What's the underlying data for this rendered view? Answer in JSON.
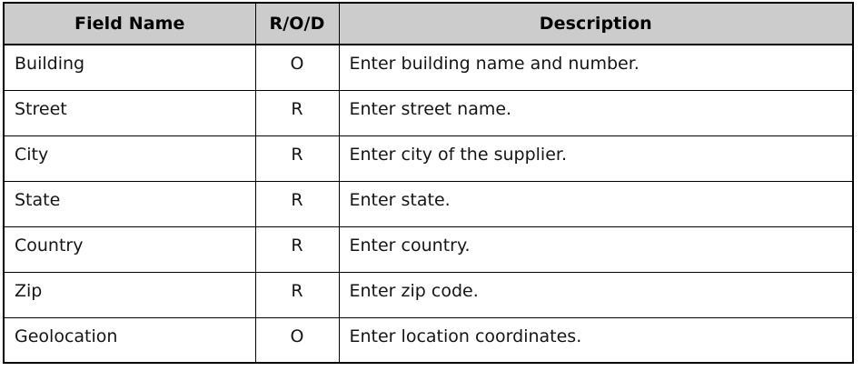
{
  "table": {
    "columns": [
      {
        "key": "field_name",
        "label": "Field Name",
        "align": "center"
      },
      {
        "key": "rod",
        "label": "R/O/D",
        "align": "center"
      },
      {
        "key": "description",
        "label": "Description",
        "align": "center"
      }
    ],
    "header_background": "#cccccc",
    "border_color": "#000000",
    "rows": [
      {
        "field_name": "Building",
        "rod": "O",
        "description": "Enter building name and number."
      },
      {
        "field_name": "Street",
        "rod": "R",
        "description": "Enter street name."
      },
      {
        "field_name": "City",
        "rod": "R",
        "description": "Enter city of the supplier."
      },
      {
        "field_name": "State",
        "rod": "R",
        "description": "Enter state."
      },
      {
        "field_name": "Country",
        "rod": "R",
        "description": "Enter country."
      },
      {
        "field_name": "Zip",
        "rod": "R",
        "description": "Enter zip code."
      },
      {
        "field_name": "Geolocation",
        "rod": "O",
        "description": "Enter location coordinates."
      }
    ]
  }
}
